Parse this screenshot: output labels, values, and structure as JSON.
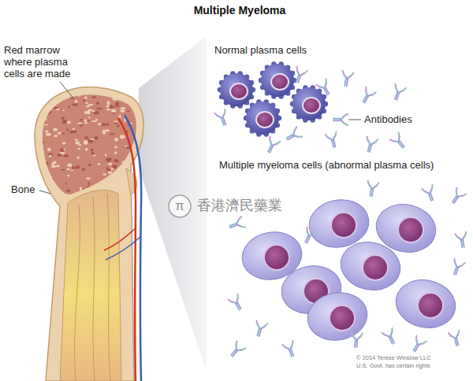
{
  "diagram": {
    "title": "Multiple Myeloma",
    "labels": [
      "Red marrow where plasma cells are made",
      "Bone",
      "Normal plasma cells",
      "Antibodies",
      "Multiple myeloma cells (abnormal plasma cells)",
      "π",
      "香港濟民藥業",
      "© 2014 Terese Winslow LLC",
      "U.S. Govt. has certain rights"
    ]
  }
}
